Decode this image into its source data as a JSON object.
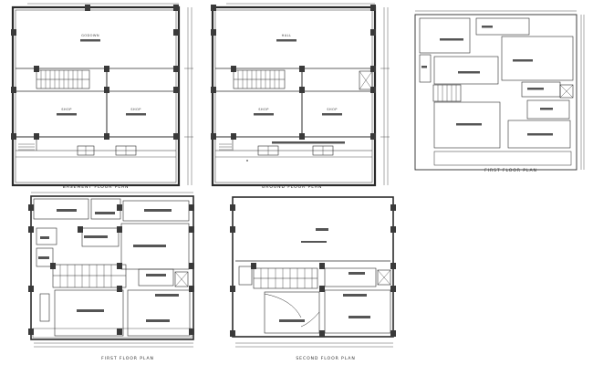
{
  "plans": {
    "basement": {
      "title": "BASEMENT FLOOR PLAN",
      "rooms": {
        "top": "GODOWN",
        "left": "SHOP",
        "right": "SHOP"
      }
    },
    "ground": {
      "title": "GROUND FLOOR PLAN",
      "rooms": {
        "top": "HALL",
        "left": "SHOP",
        "right": "SHOP"
      }
    },
    "first_small": {
      "title": "FIRST FLOOR PLAN"
    },
    "first_large": {
      "title": "FIRST FLOOR PLAN"
    },
    "second": {
      "title": "SECOND FLOOR PLAN"
    }
  },
  "colors": {
    "line": "#2b2b2b",
    "column": "#3a3a3a",
    "label_block": "#555555",
    "background": "#ffffff"
  }
}
